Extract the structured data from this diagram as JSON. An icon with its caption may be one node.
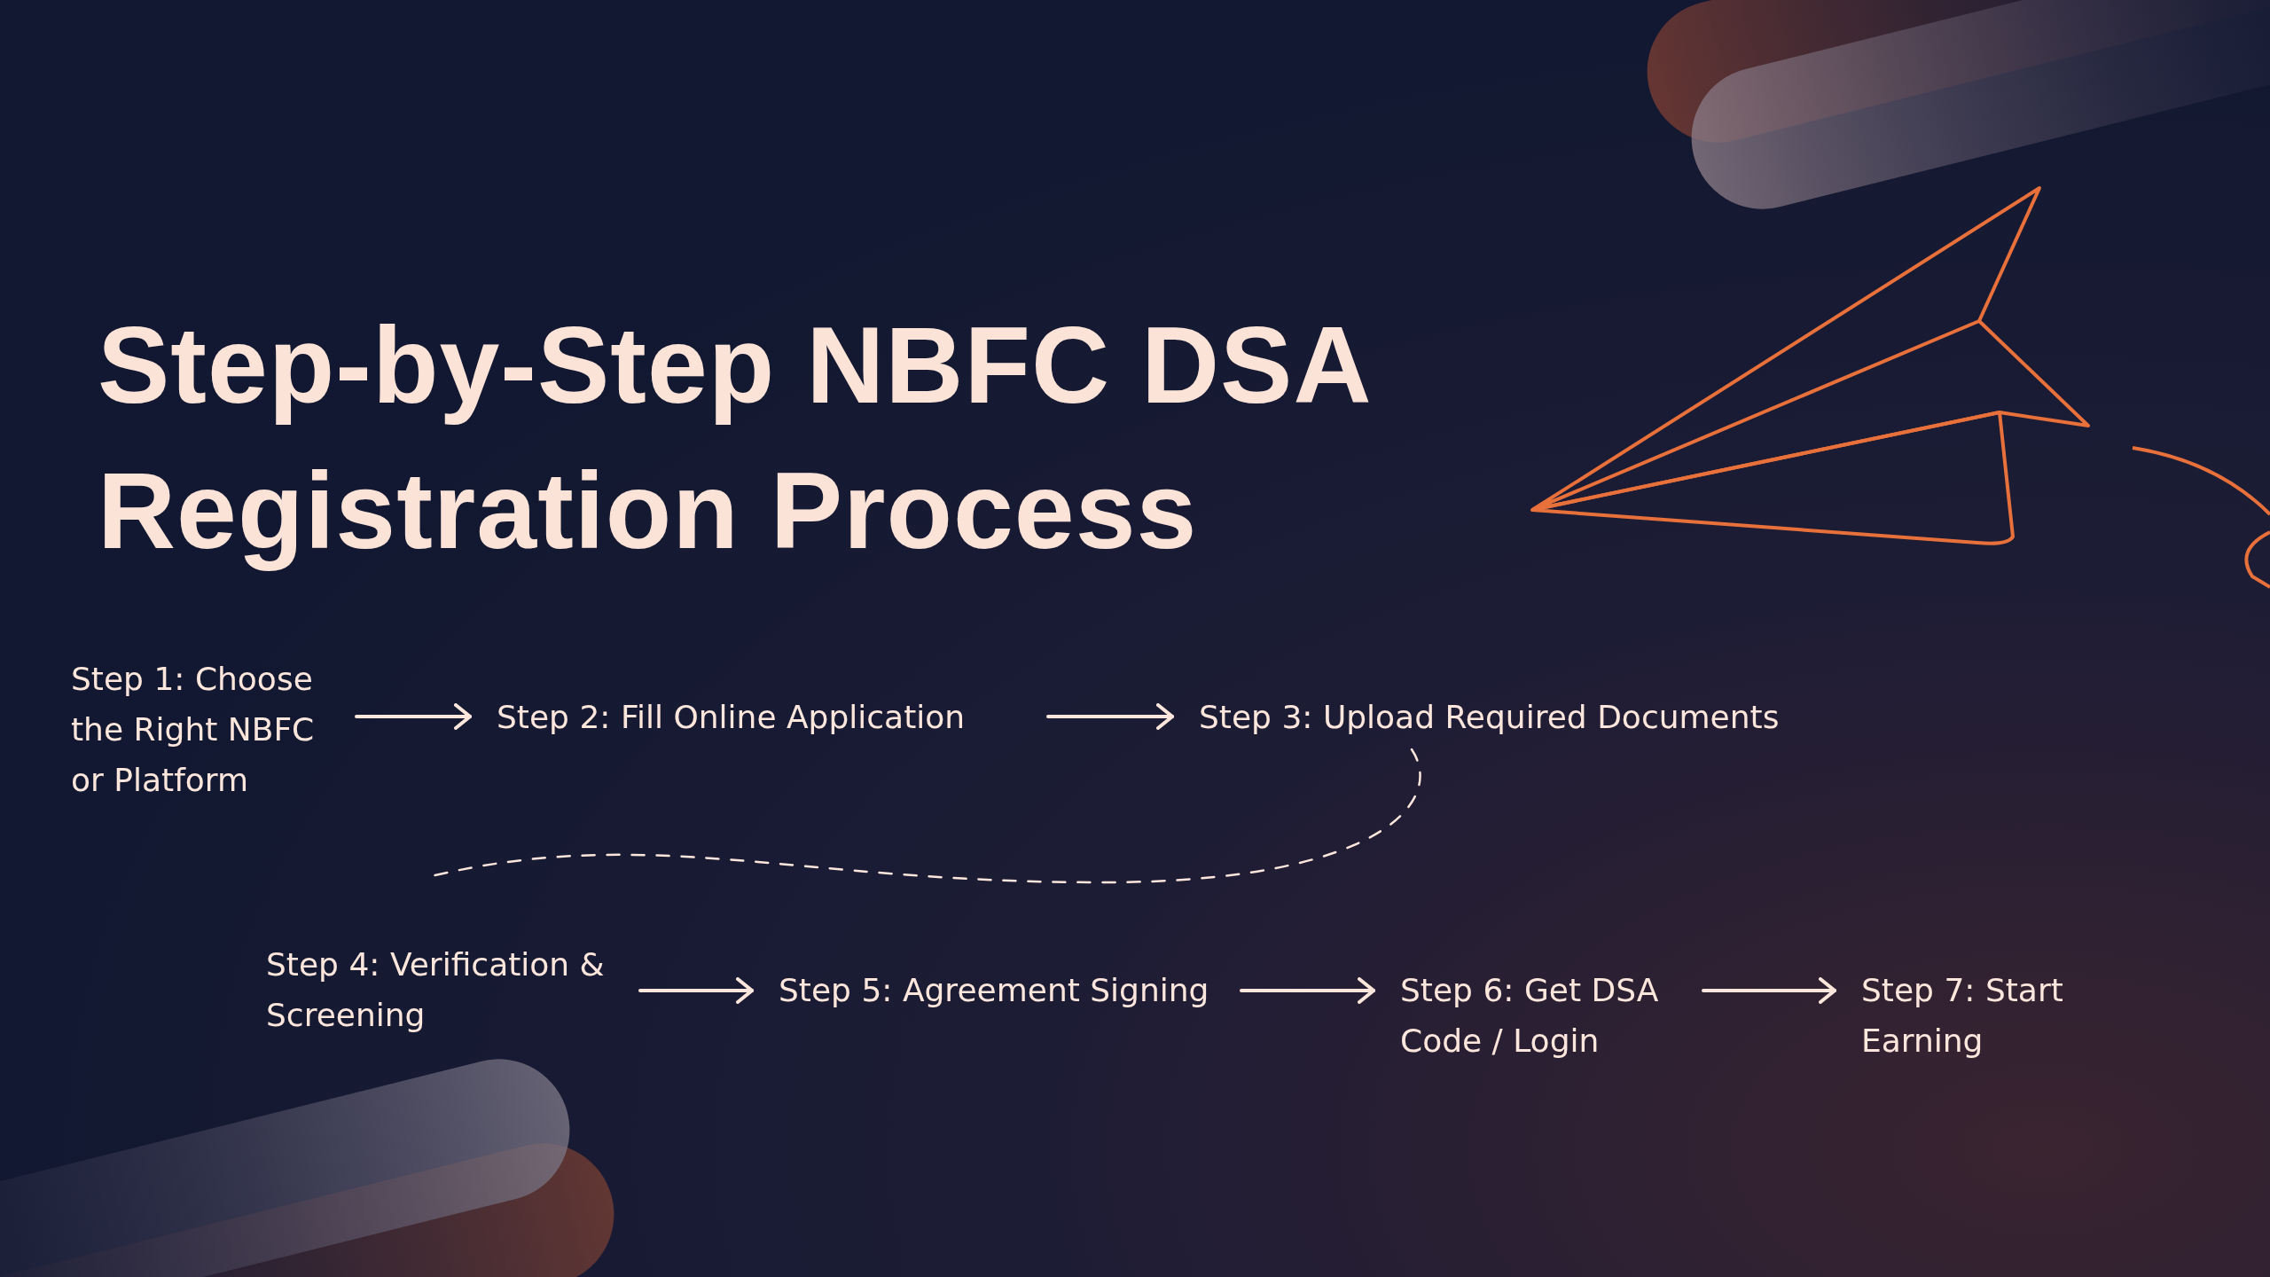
{
  "diagram": {
    "title": "Step-by-Step NBFC DSA Registration Process",
    "nodes": [
      {
        "text": [
          "Step 1: Choose the Right NBFC or Platform"
        ]
      },
      {
        "text": [
          "Step 2: Fill Online Application"
        ]
      },
      {
        "text": [
          "Step 3: Upload Required Documents"
        ]
      },
      {
        "text": [
          "Step 4: Verification & Screening"
        ]
      },
      {
        "text": [
          "Step 5: Agreement Signing"
        ]
      },
      {
        "text": [
          "Step 6: Get DSA Code / Login"
        ]
      },
      {
        "text": [
          "Step 7: Start Earning"
        ]
      }
    ],
    "edges": [
      {
        "from": 0,
        "to": 1,
        "arrow": "to"
      },
      {
        "from": 1,
        "to": 2,
        "arrow": "to"
      },
      {
        "from": 2,
        "to": 3,
        "arrow": "none",
        "style": "dashed"
      },
      {
        "from": 3,
        "to": 4,
        "arrow": "to"
      },
      {
        "from": 4,
        "to": 5,
        "arrow": "to"
      },
      {
        "from": 5,
        "to": 6,
        "arrow": "to"
      }
    ]
  }
}
